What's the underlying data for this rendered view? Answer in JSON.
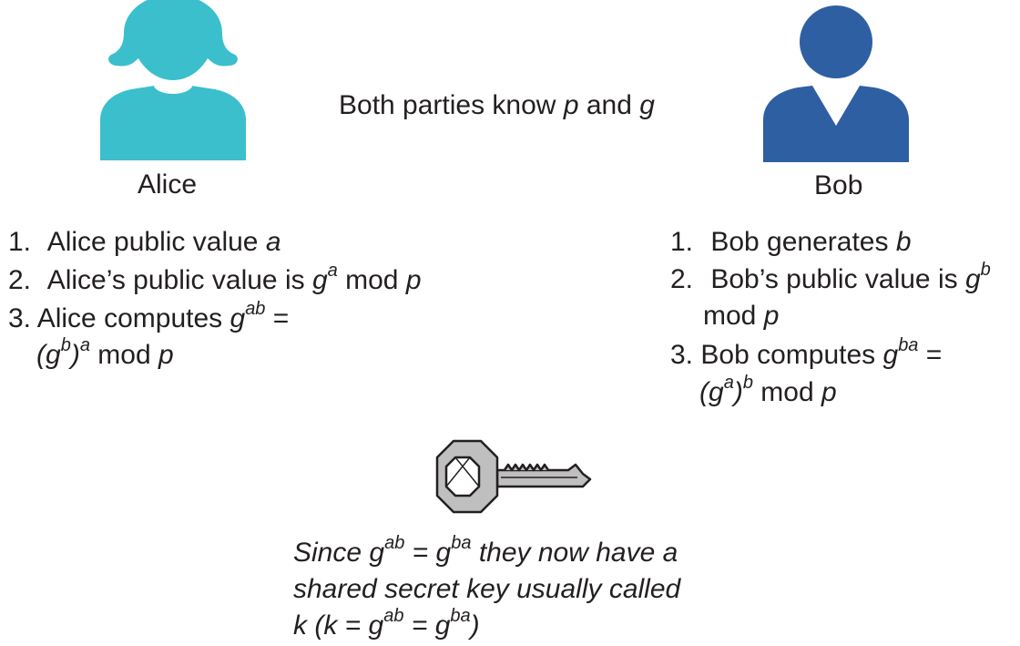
{
  "header": {
    "shared_text": "Both parties know",
    "shared_p": "p",
    "shared_and": "and",
    "shared_g": "g"
  },
  "alice": {
    "name": "Alice",
    "color": "#3bbfcc",
    "step1": {
      "num": "1.",
      "text": "Alice public value",
      "var": "a"
    },
    "step2": {
      "num": "2.",
      "text": "Alice’s public value is",
      "base": "g",
      "exp": "a",
      "mod": "mod",
      "p": "p"
    },
    "step3": {
      "num": "3.",
      "text": "Alice computes",
      "base": "g",
      "exp": "ab",
      "eq": "=",
      "l2_open": "(g",
      "l2_exp_inner": "b",
      "l2_close": ")",
      "l2_exp_outer": "a",
      "mod": "mod",
      "p": "p"
    }
  },
  "bob": {
    "name": "Bob",
    "color": "#2f5fa3",
    "step1": {
      "num": "1.",
      "text": "Bob generates",
      "var": "b"
    },
    "step2": {
      "num": "2.",
      "text": "Bob’s public value is",
      "base": "g",
      "exp": "b",
      "mod": "mod",
      "p": "p"
    },
    "step3": {
      "num": "3.",
      "text": "Bob computes",
      "base": "g",
      "exp": "ba",
      "eq": "=",
      "l2_open": "(g",
      "l2_exp_inner": "a",
      "l2_close": ")",
      "l2_exp_outer": "b",
      "mod": "mod",
      "p": "p"
    }
  },
  "key_icon": {
    "name": "key-icon",
    "color": "#bfbfbf"
  },
  "caption": {
    "l1_a": "Since",
    "l1_g1": "g",
    "l1_e1": "ab",
    "l1_eq": "=",
    "l1_g2": "g",
    "l1_e2": "ba",
    "l1_b": "they now have a",
    "l2": "shared secret key usually called",
    "l3_a": "k (k =",
    "l3_g1": "g",
    "l3_e1": "ab",
    "l3_eq": "=",
    "l3_g2": "g",
    "l3_e2": "ba",
    "l3_b": ")"
  }
}
